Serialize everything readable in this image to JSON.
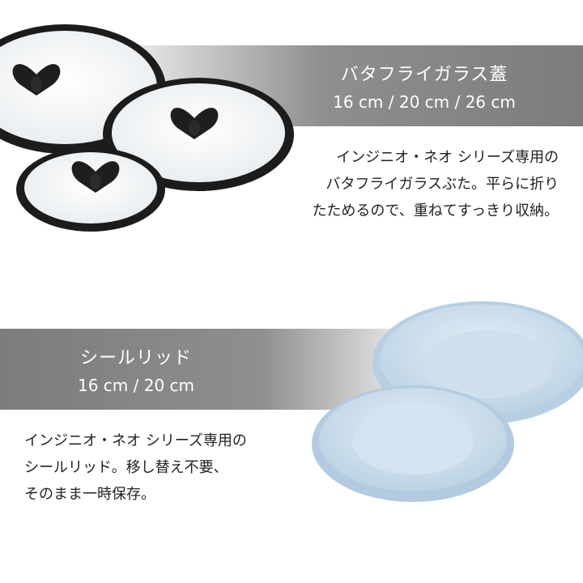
{
  "butterfly_lid": {
    "title": "バタフライガラス蓋",
    "sizes": "16 cm / 20 cm / 26 cm",
    "description_lines": [
      "インジニオ・ネオ シリーズ専用の",
      "バタフライガラスぶた。平らに折り",
      "たためるので、重ねてすっきり収納。"
    ]
  },
  "seal_lid": {
    "title": "シールリッド",
    "sizes": "16 cm / 20 cm",
    "description_lines": [
      "インジニオ・ネオ シリーズ専用の",
      "シールリッド。移し替え不要、",
      "そのまま一時保存。"
    ]
  },
  "colors": {
    "band_gray": "#7c7c7c",
    "lid_rim": "#1c1c1c",
    "glass": "#f4f6f8",
    "seal_lid_blue": "#c9dce9"
  },
  "icons": {
    "knob": "butterfly-knob-icon"
  }
}
